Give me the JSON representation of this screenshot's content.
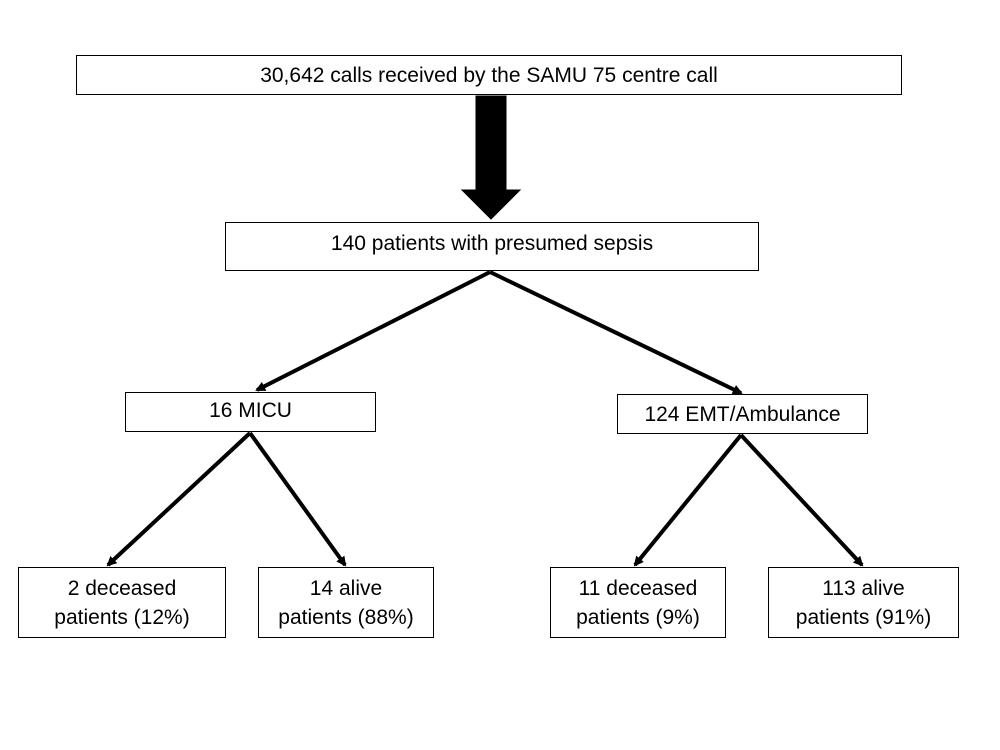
{
  "flowchart": {
    "root": {
      "label": "30,642 calls received by the SAMU 75 centre call"
    },
    "sepsis": {
      "label": "140 patients with presumed sepsis"
    },
    "micu": {
      "label": "16 MICU",
      "deceased": {
        "label": "2 deceased\npatients (12%)"
      },
      "alive": {
        "label": "14 alive\npatients (88%)"
      }
    },
    "emt": {
      "label": "124 EMT/Ambulance",
      "deceased": {
        "label": "11 deceased\npatients (9%)"
      },
      "alive": {
        "label": "113 alive\npatients (91%)"
      }
    }
  },
  "colors": {
    "line": "#000000",
    "box_border": "#000000",
    "background": "#ffffff"
  }
}
